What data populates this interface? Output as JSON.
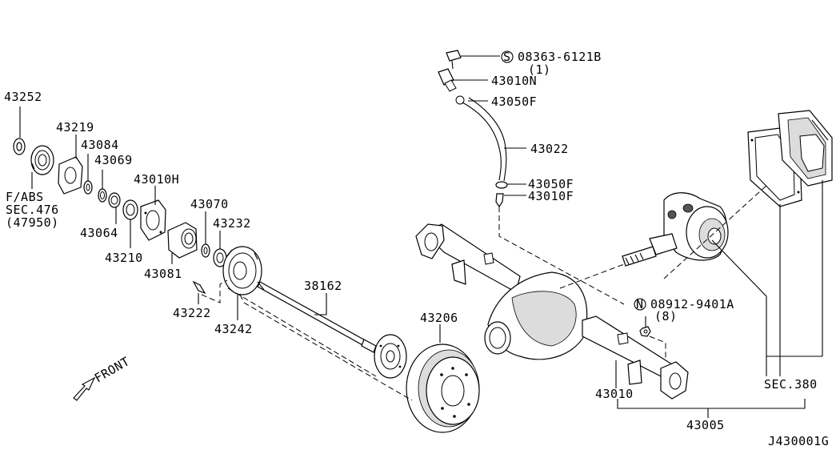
{
  "part_labels": {
    "p43252": "43252",
    "p43219": "43219",
    "p43084": "43084",
    "p43069": "43069",
    "p43010h": "43010H",
    "p43064": "43064",
    "p43210": "43210",
    "p43070": "43070",
    "p43232": "43232",
    "p43081": "43081",
    "p43222": "43222",
    "p43242": "43242",
    "p38162": "38162",
    "p43206": "43206",
    "p43022": "43022",
    "p43050f_top": "43050F",
    "p43010n": "43010N",
    "p43050f_mid": "43050F",
    "p43010f": "43010F",
    "p43010": "43010",
    "p43005": "43005"
  },
  "fasteners": {
    "bolt_symbol": "S",
    "bolt_part": "08363-6121B",
    "bolt_qty": "(1)",
    "nut_symbol": "N",
    "nut_part": "08912-9401A",
    "nut_qty": "(8)"
  },
  "references": {
    "abs_line1": "F/ABS",
    "abs_line2": "SEC.476",
    "abs_line3": "(47950)",
    "sec380": "SEC.380"
  },
  "direction_label": "FRONT",
  "diagram_code": "J430001G"
}
